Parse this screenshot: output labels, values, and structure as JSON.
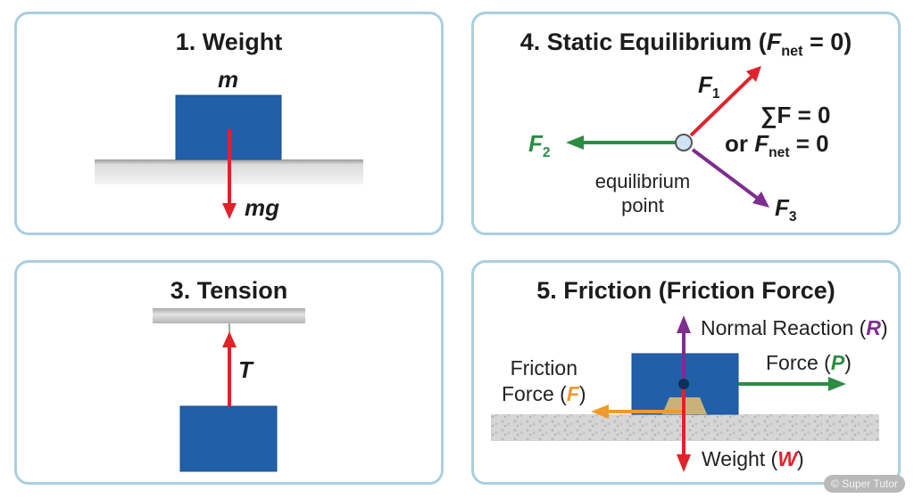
{
  "panel1": {
    "title": "1. Weight",
    "mass_label": "m",
    "force_label": "mg"
  },
  "panel3": {
    "title": "3. Tension",
    "force_label": "T"
  },
  "panel4": {
    "title_prefix": "4. Static Equilibrium (",
    "title_var": "F",
    "title_sub": "net",
    "title_suffix": " = 0)",
    "f1": "F",
    "f1_sub": "1",
    "f2": "F",
    "f2_sub": "2",
    "f3": "F",
    "f3_sub": "3",
    "point_label_1": "equilibrium",
    "point_label_2": "point",
    "eq1": "∑F = 0",
    "eq2_prefix": "or ",
    "eq2_var": "F",
    "eq2_sub": "net",
    "eq2_suffix": " = 0"
  },
  "panel5": {
    "title": "5. Friction (Friction Force)",
    "normal_text": "Normal Reaction (",
    "normal_var": "R",
    "force_text": "Force (",
    "force_var": "P",
    "friction_line1": "Friction",
    "friction_text": "Force (",
    "friction_var": "F",
    "weight_text": "Weight (",
    "weight_var": "W",
    "close": ")"
  },
  "colors": {
    "red": "#e0222b",
    "green": "#2c8c44",
    "purple": "#7d2e8f",
    "orange": "#ef9a2d",
    "block": "#2160a8",
    "border": "#a9cfe0"
  },
  "watermark": "© Super Tutor"
}
